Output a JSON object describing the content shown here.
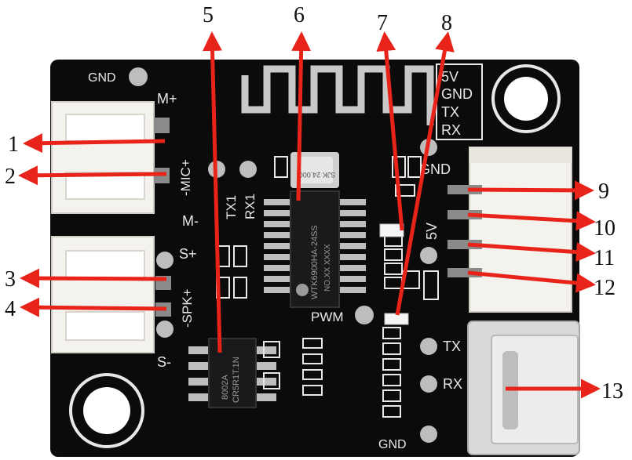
{
  "colors": {
    "board": "#0b0b0b",
    "silkscreen": "#e8e8e8",
    "arrow": "#e8241a",
    "connector": "#f3f2ec",
    "pad": "#bdbdbd",
    "chip": "#1a1a1a"
  },
  "silkscreen": {
    "gnd_top": "GND",
    "m_plus": "M+",
    "mic_plus": "-MIC+",
    "m_minus": "M-",
    "s_plus": "S+",
    "spk_plus": "-SPK+",
    "s_minus": "S-",
    "tx1": "TX1",
    "rx1": "RX1",
    "pin_5v": "5V",
    "pin_gnd": "GND",
    "pin_tx": "TX",
    "pin_rx": "RX",
    "gnd_mid": "GND",
    "v5_mid": "5V",
    "pwm": "PWM",
    "tx_right": "TX",
    "rx_right": "RX",
    "gnd_bottom": "GND"
  },
  "chips": {
    "main_line1": "WTK6900HA-24SS",
    "main_line2": "NO.XX XXXX",
    "amp_line1": "8002A",
    "amp_line2": "CR5R1T.1N",
    "crystal": "SJK 24.000"
  },
  "callouts": [
    "1",
    "2",
    "3",
    "4",
    "5",
    "6",
    "7",
    "8",
    "9",
    "10",
    "11",
    "12",
    "13"
  ]
}
